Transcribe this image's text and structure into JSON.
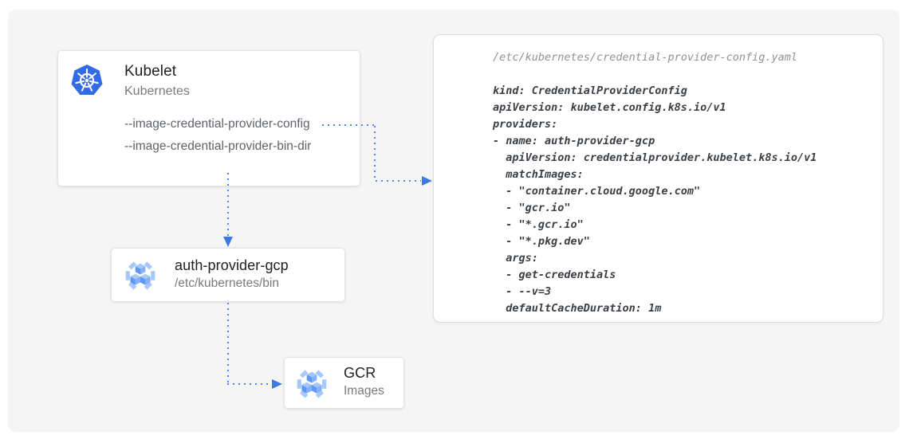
{
  "diagram": {
    "kubelet": {
      "title": "Kubelet",
      "subtitle": "Kubernetes",
      "flags": [
        "--image-credential-provider-config",
        "--image-credential-provider-bin-dir"
      ]
    },
    "auth_provider": {
      "title": "auth-provider-gcp",
      "subtitle": "/etc/kubernetes/bin"
    },
    "gcr": {
      "title": "GCR",
      "subtitle": "Images"
    }
  },
  "config_panel": {
    "filename": "/etc/kubernetes/credential-provider-config.yaml",
    "yaml_lines": [
      "kind: CredentialProviderConfig",
      "apiVersion: kubelet.config.k8s.io/v1",
      "providers:",
      "- name: auth-provider-gcp",
      "  apiVersion: credentialprovider.kubelet.k8s.io/v1",
      "  matchImages:",
      "  - \"container.cloud.google.com\"",
      "  - \"gcr.io\"",
      "  - \"*.gcr.io\"",
      "  - \"*.pkg.dev\"",
      "  args:",
      "  - get-credentials",
      "  - --v=3",
      "  defaultCacheDuration: 1m"
    ]
  },
  "icons": {
    "kubelet_icon": "kubernetes-icon",
    "auth_provider_icon": "gcr-icon",
    "gcr_icon": "gcr-icon"
  },
  "colors": {
    "canvas_bg": "#F5F5F5",
    "kubernetes_blue": "#326CE5",
    "connector_dot_blue": "#4D86F0",
    "arrowhead_blue": "#3B78E8",
    "gcr_icon_light_blue": "#A6C8FA",
    "gcr_icon_mid_blue": "#5E97F6",
    "code_text": "#3A3F44",
    "filename_text": "#8E9297"
  }
}
